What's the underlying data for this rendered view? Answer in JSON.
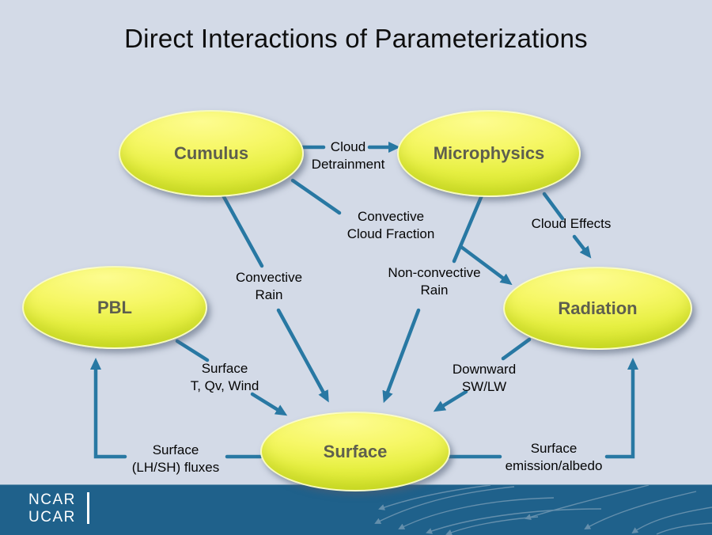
{
  "title": "Direct Interactions of Parameterizations",
  "colors": {
    "background": "#d3dae7",
    "node_fill_top": "#fdfc90",
    "node_fill_bottom": "#d5e52c",
    "node_text": "#5e5f4e",
    "arrow": "#2878a3",
    "label_text": "#050505",
    "footer_bar": "#1f618b",
    "footer_streamline": "#8aa8bf"
  },
  "nodes": [
    {
      "id": "cumulus",
      "label": "Cumulus"
    },
    {
      "id": "microphysics",
      "label": "Microphysics"
    },
    {
      "id": "pbl",
      "label": "PBL"
    },
    {
      "id": "radiation",
      "label": "Radiation"
    },
    {
      "id": "surface",
      "label": "Surface"
    }
  ],
  "edges": [
    {
      "from": "Cumulus",
      "to": "Microphysics",
      "label": "Cloud\nDetrainment"
    },
    {
      "from": "Cumulus",
      "to": "Radiation",
      "label": "Convective\nCloud Fraction"
    },
    {
      "from": "Microphysics",
      "to": "Radiation",
      "label": "Cloud Effects"
    },
    {
      "from": "Cumulus",
      "to": "Surface",
      "label": "Convective\nRain"
    },
    {
      "from": "Microphysics",
      "to": "Surface",
      "label": "Non-convective\nRain"
    },
    {
      "from": "PBL",
      "to": "Surface",
      "label": "Surface\nT, Qv, Wind"
    },
    {
      "from": "Radiation",
      "to": "Surface",
      "label": "Downward\nSW/LW"
    },
    {
      "from": "Surface",
      "to": "PBL",
      "label": "Surface\n(LH/SH) fluxes"
    },
    {
      "from": "Surface",
      "to": "Radiation",
      "label": "Surface\nemission/albedo"
    }
  ],
  "footer": {
    "logo_line1": "NCAR",
    "logo_line2": "UCAR"
  }
}
